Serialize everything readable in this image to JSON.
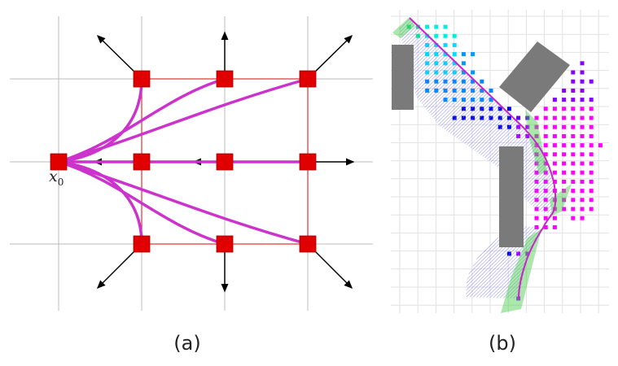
{
  "figure": {
    "panel_a": {
      "caption": "(a)",
      "start_label": "x",
      "start_subscript": "0"
    },
    "panel_b": {
      "caption": "(b)"
    }
  },
  "colors": {
    "node": "#e00000",
    "path": "#cc33cc",
    "grid": "#bbbbbb",
    "obstacle": "#7a7a7a",
    "fan_blue": "#6a6aee",
    "fan_green": "#44cc44"
  }
}
